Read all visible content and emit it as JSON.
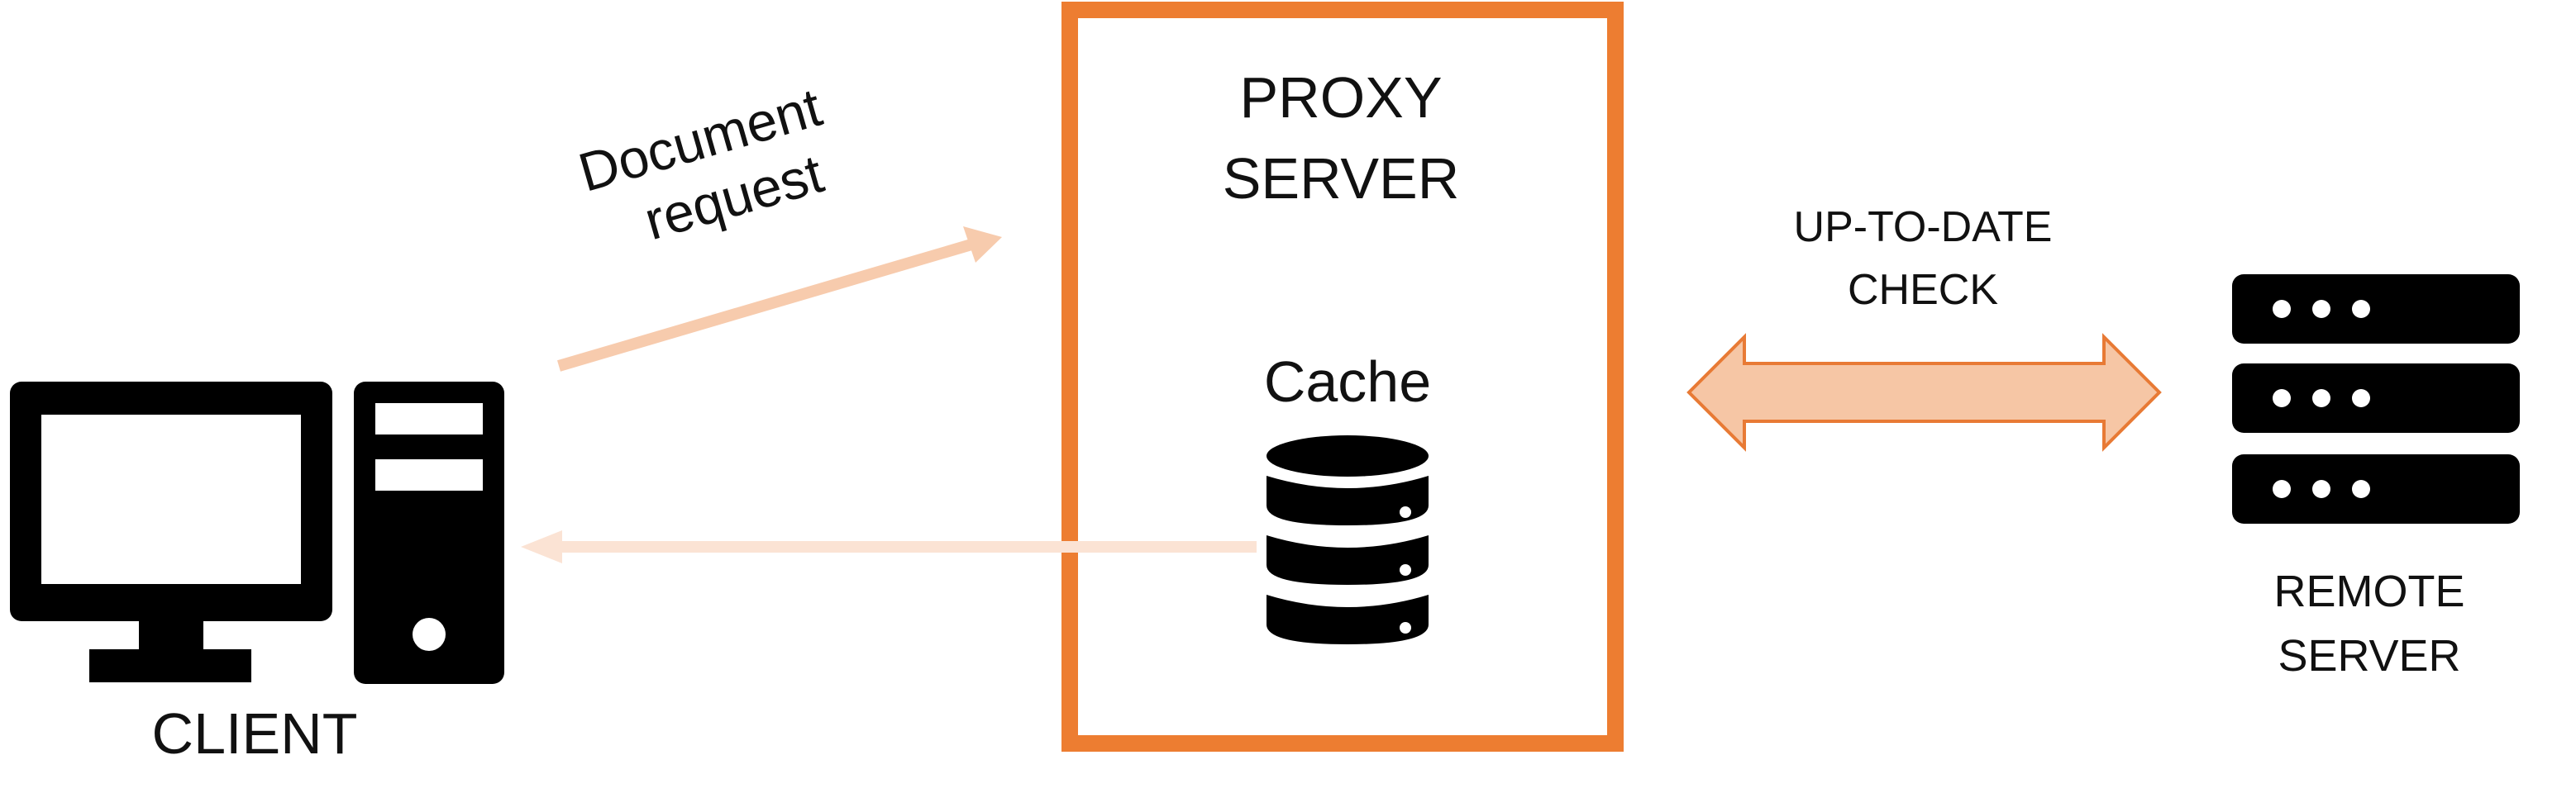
{
  "colors": {
    "background": "#ffffff",
    "proxy_border": "#ed7d31",
    "arrow_light": "#f7cbad",
    "arrow_lighter": "#fbe3d4",
    "double_arrow_fill": "#f6c6a5",
    "double_arrow_stroke": "#e87a35",
    "icon": "#000000"
  },
  "icons": {
    "client": "desktop-computer-icon",
    "cache": "database-icon",
    "remote": "server-rack-icon"
  },
  "labels": {
    "request_line1": "Document",
    "request_line2": "request",
    "proxy_line1": "PROXY",
    "proxy_line2": "SERVER",
    "cache": "Cache",
    "check_line1": "UP-TO-DATE",
    "check_line2": "CHECK",
    "remote_line1": "REMOTE",
    "remote_line2": "SERVER",
    "client": "CLIENT"
  }
}
